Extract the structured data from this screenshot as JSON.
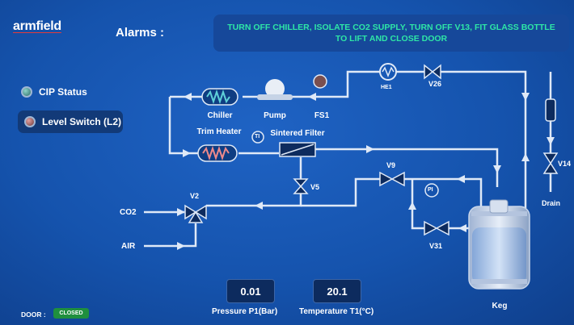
{
  "header": {
    "logo": "armfield",
    "alarms_label": "Alarms :",
    "alarm_message": "TURN OFF CHILLER, ISOLATE CO2 SUPPLY, TURN OFF V13, FIT GLASS BOTTLE TO LIFT AND CLOSE DOOR"
  },
  "status": {
    "cip_label": "CIP Status",
    "level_switch_label": "Level Switch (L2)"
  },
  "components": {
    "chiller": "Chiller",
    "pump": "Pump",
    "fs1": "FS1",
    "he1": "HE1",
    "trim_heater": "Trim Heater",
    "ti": "TI",
    "sintered_filter": "Sintered Filter",
    "pi": "PI",
    "keg": "Keg",
    "drain": "Drain",
    "co2_inlet": "CO2",
    "air_inlet": "AIR"
  },
  "valves": {
    "v2": "V2",
    "v5": "V5",
    "v9": "V9",
    "v14": "V14",
    "v26": "V26",
    "v31": "V31"
  },
  "readouts": {
    "pressure_value": "0.01",
    "pressure_label": "Pressure P1(Bar)",
    "temperature_value": "20.1",
    "temperature_label": "Temperature T1(°C)"
  },
  "door": {
    "label": "DOOR :",
    "state": "CLOSED",
    "state_color": "#1f8f3e"
  },
  "colors": {
    "background": "#1553ad",
    "alarm_text": "#2ee6a6",
    "pipe": "#dfe9f7"
  }
}
